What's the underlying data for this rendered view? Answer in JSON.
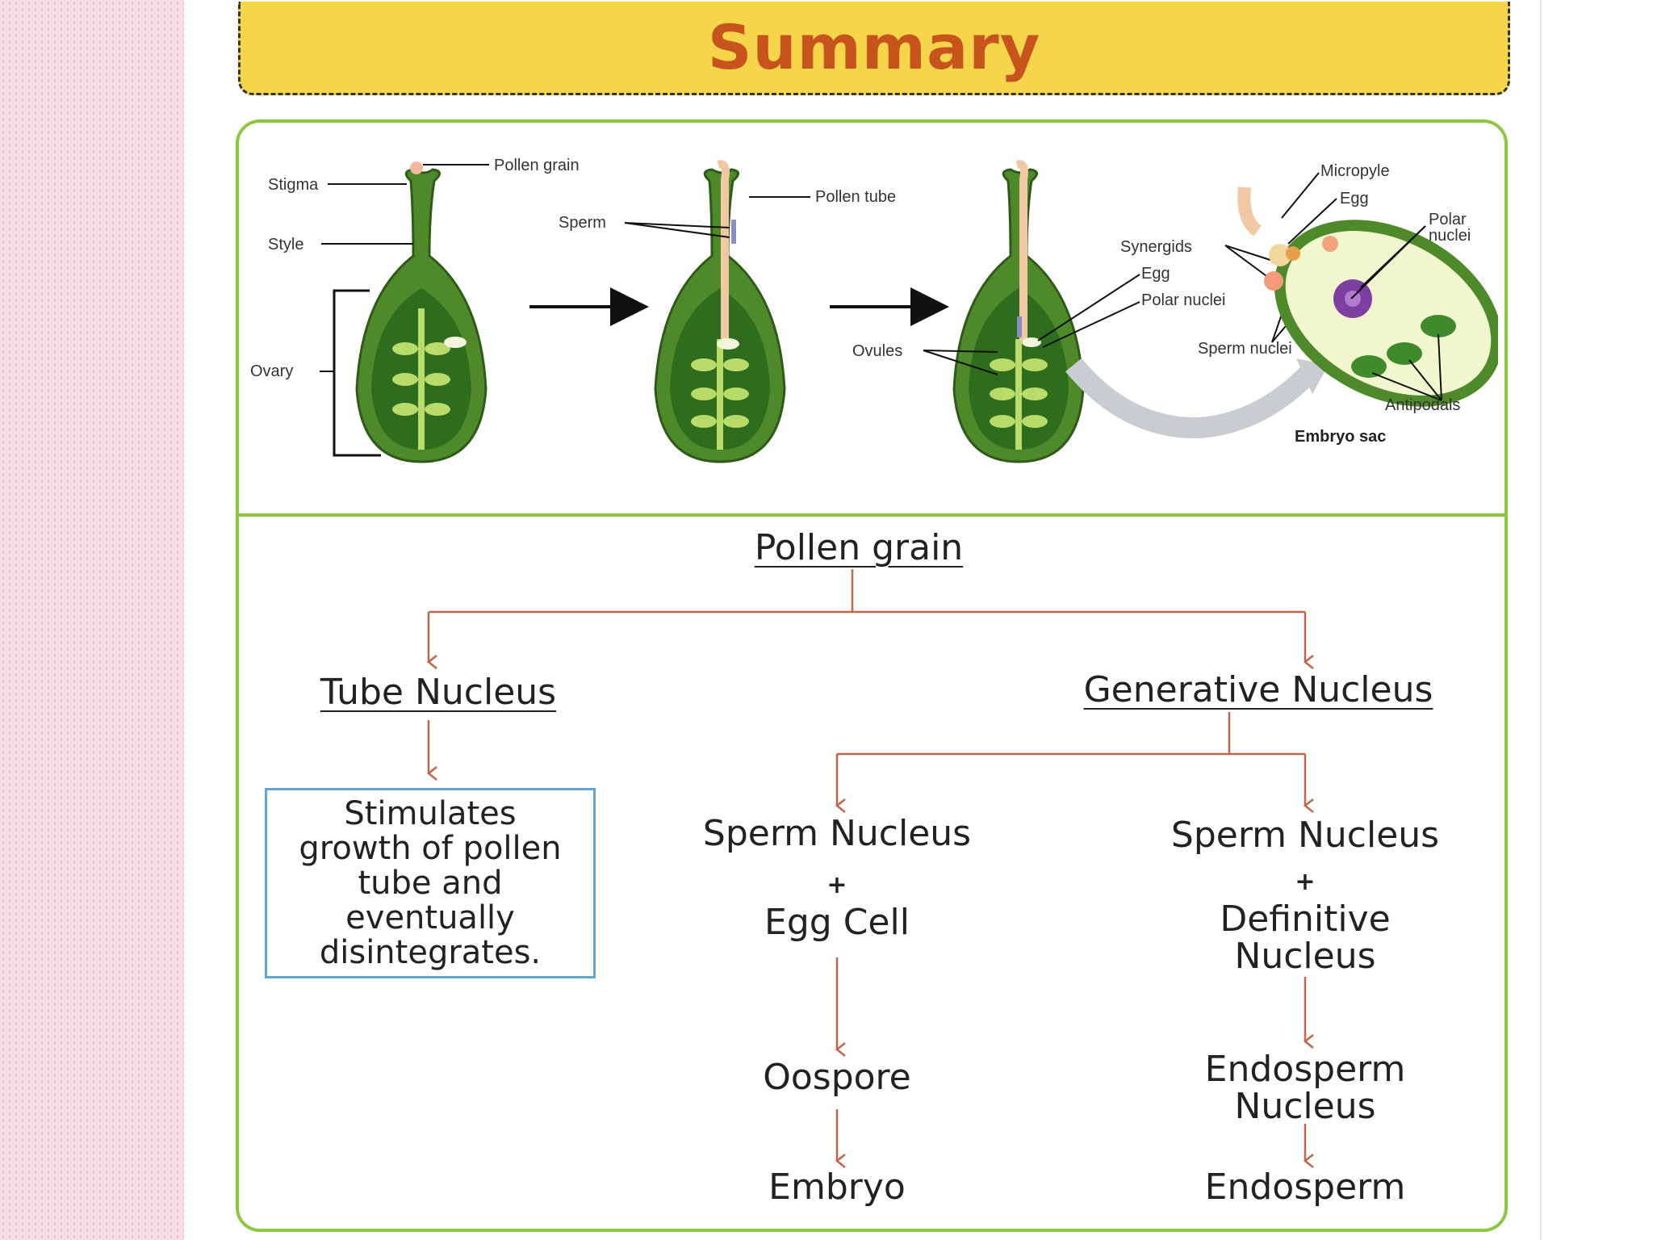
{
  "header": {
    "title": "Summary"
  },
  "diagram_labels": {
    "stigma": "Stigma",
    "style": "Style",
    "ovary": "Ovary",
    "pollen_grain": "Pollen grain",
    "pollen_tube": "Pollen tube",
    "sperm": "Sperm",
    "ovules": "Ovules",
    "micropyle": "Micropyle",
    "egg_top": "Egg",
    "polar_nuclei_right": "Polar nuclei",
    "synergids": "Synergids",
    "egg": "Egg",
    "polar_nuclei": "Polar nuclei",
    "sperm_nuclei": "Sperm nuclei",
    "antipodals": "Antipodals",
    "embryo_sac": "Embryo sac"
  },
  "flow": {
    "pollen_grain": "Pollen grain",
    "tube_nucleus": "Tube Nucleus",
    "generative_nucleus": "Generative Nucleus",
    "tube_note": "Stimulates growth of pollen tube and eventually disintegrates.",
    "sperm_nucleus_1": "Sperm Nucleus",
    "sperm_nucleus_2": "Sperm Nucleus",
    "plus": "+",
    "egg_cell": "Egg Cell",
    "definitive_nucleus": "Definitive Nucleus",
    "oospore": "Oospore",
    "embryo": "Embryo",
    "endosperm_nucleus": "Endosperm Nucleus",
    "endosperm": "Endosperm"
  },
  "colors": {
    "banner": "#f7d54a",
    "banner_text": "#c8541d",
    "panel_border": "#8dc63f",
    "arrow": "#c0664a",
    "ovary_dark": "#4f8a2a",
    "ovary_light": "#b9db6a"
  }
}
